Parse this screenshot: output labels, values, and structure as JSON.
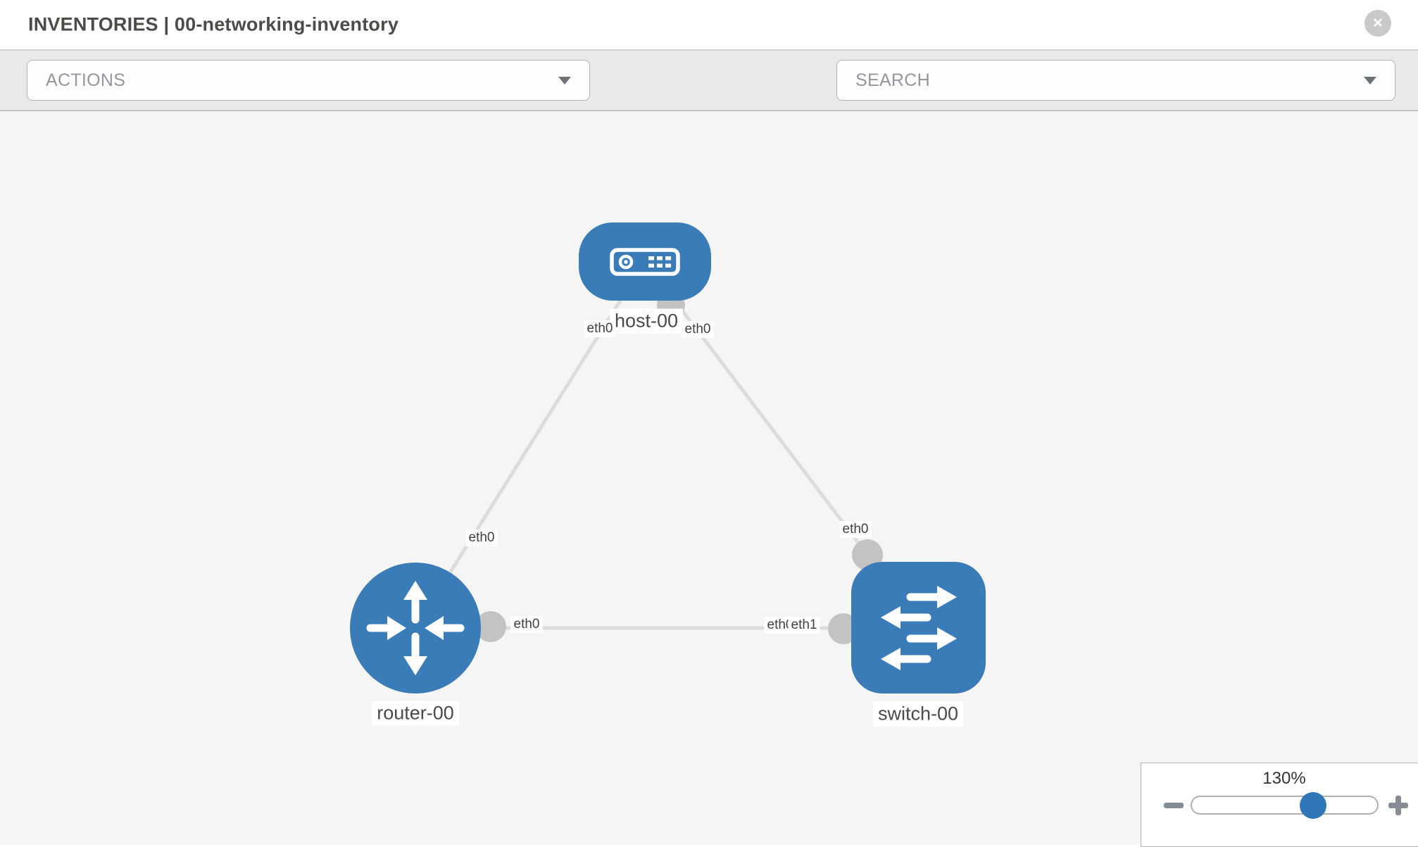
{
  "header": {
    "title": "INVENTORIES | 00-networking-inventory",
    "close_glyph": "✕"
  },
  "toolbar": {
    "actions_label": "ACTIONS",
    "search_label": "SEARCH"
  },
  "icons": {
    "close": "close-icon",
    "actions_caret": "chevron-down-icon",
    "wrench": "wrench-icon",
    "key": "key-icon",
    "search_caret": "chevron-down-icon",
    "zoom_out": "minus-icon",
    "zoom_in": "plus-icon"
  },
  "canvas": {
    "nodes": [
      {
        "label": "host-00",
        "type": "host"
      },
      {
        "label": "router-00",
        "type": "router"
      },
      {
        "label": "switch-00",
        "type": "switch"
      }
    ],
    "links": [
      {
        "from": "host-00",
        "from_iface": "eth0",
        "to": "router-00",
        "to_iface": "eth0"
      },
      {
        "from": "host-00",
        "from_iface": "eth0",
        "to": "switch-00",
        "to_iface": "eth0"
      },
      {
        "from": "router-00",
        "from_iface": "eth0",
        "to": "switch-00",
        "to_iface": "eth1"
      }
    ],
    "iface_labels": [
      "eth0",
      "eth0",
      "eth0",
      "eth0",
      "eth0",
      "eth0",
      "eth1"
    ]
  },
  "zoom": {
    "level": "130%"
  },
  "colors": {
    "node_blue": "#3a7cb8",
    "link_gray": "#dcdcdc",
    "dot_gray": "#c3c3c3",
    "knob_blue": "#2f77b6"
  }
}
